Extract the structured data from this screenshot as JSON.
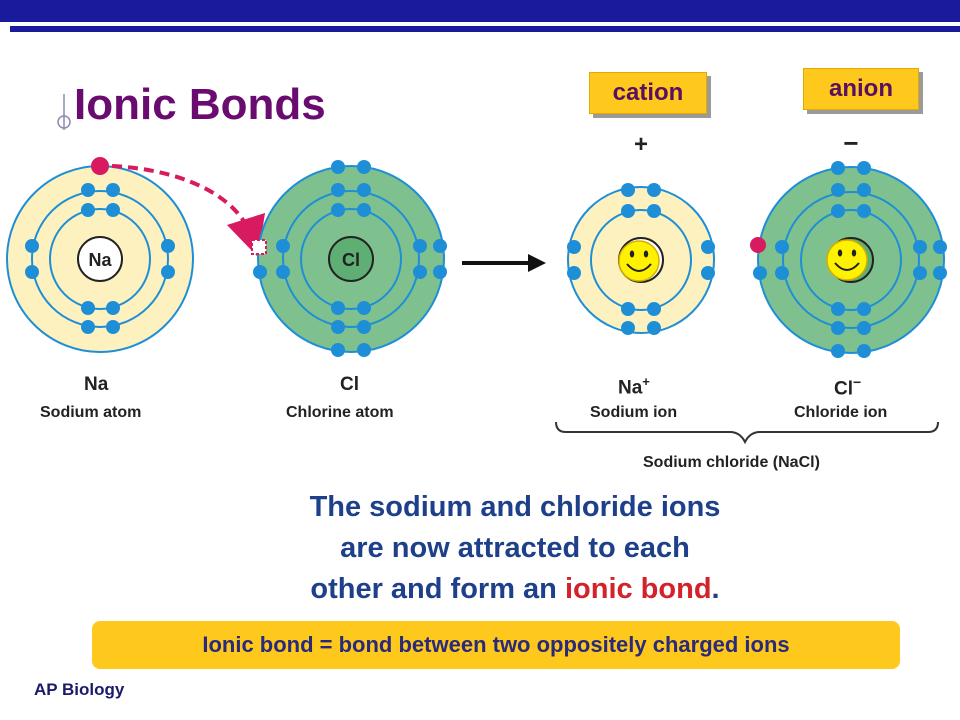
{
  "slide": {
    "title": "Ionic Bonds",
    "cation_tag": "cation",
    "anion_tag": "anion",
    "plus_sign": "+",
    "minus_sign": "−",
    "na_core": "Na",
    "cl_core": "Cl",
    "na_symbol": "Na",
    "na_name": "Sodium atom",
    "cl_symbol": "Cl",
    "cl_name": "Chlorine atom",
    "na_ion_symbol": "Na",
    "na_ion_charge": "+",
    "na_ion_name": "Sodium ion",
    "cl_ion_symbol": "Cl",
    "cl_ion_charge": "−",
    "cl_ion_name": "Chloride ion",
    "compound_label": "Sodium chloride (NaCl)",
    "body_line1": "The sodium and chloride ions",
    "body_line2": "are now attracted to each",
    "body_line3_prefix": "other and form an ",
    "body_line3_highlight": "ionic bond",
    "body_line3_suffix": ".",
    "definition": "Ionic bond = bond between two oppositely charged ions",
    "footer": "AP Biology"
  },
  "colors": {
    "bar": "#1a1a9c",
    "title": "#6a0b6f",
    "tag_bg": "#ffc81c",
    "cream": "#fdf1c0",
    "green": "#7fc08f",
    "electron": "#1e8fd6",
    "red_electron": "#d81b60",
    "body_text": "#1e3f8a",
    "highlight": "#d2232a"
  }
}
